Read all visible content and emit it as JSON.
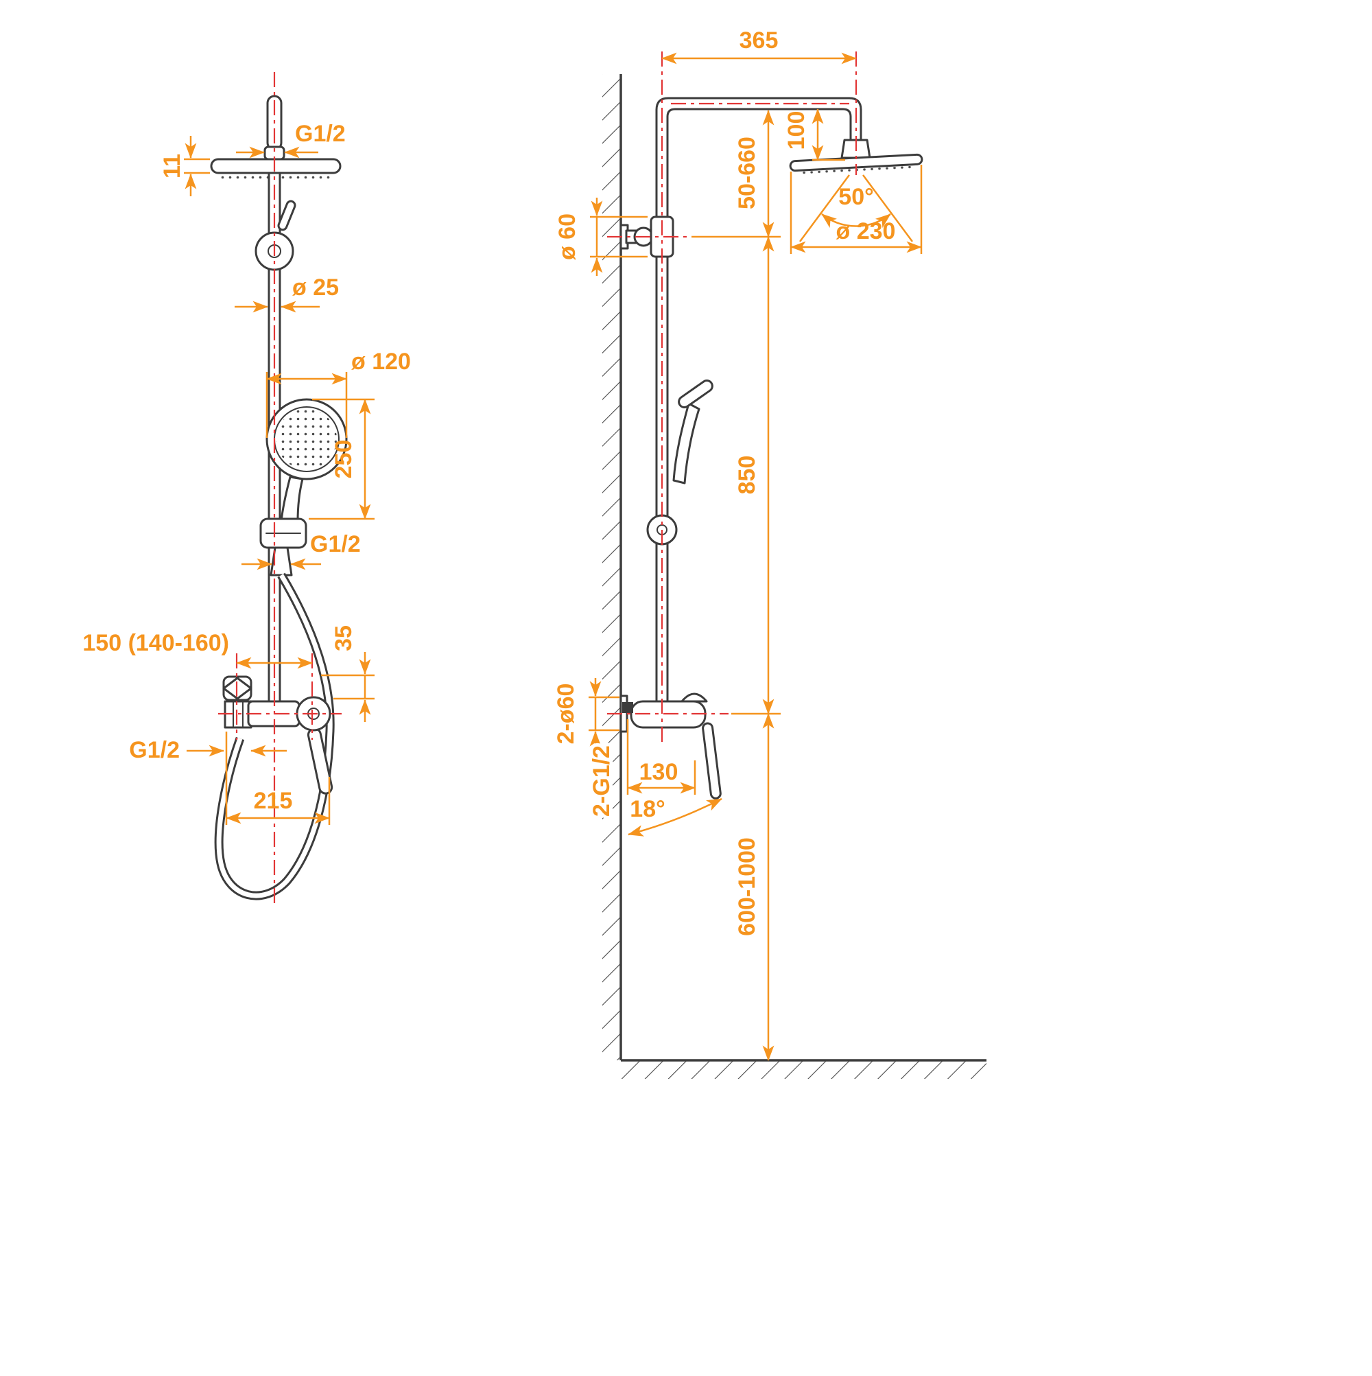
{
  "meta": {
    "title": "Shower column technical drawing, front and side views"
  },
  "colors": {
    "dimension": "#F5941E",
    "drawing": "#3C3C3C",
    "centerline": "#E23535"
  },
  "front_view": {
    "labels": {
      "head_thread": "G1/2",
      "head_thickness": "11",
      "pipe_diameter": "ø 25",
      "handshower_diameter": "ø 120",
      "handshower_length": "250",
      "hose_thread": "G1/2",
      "inlet_spacing": "150 (140-160)",
      "outlet_offset": "35",
      "inlet_thread": "G1/2",
      "mixer_width": "215"
    }
  },
  "side_view": {
    "labels": {
      "arm_length": "365",
      "head_offset": "100",
      "riser_range": "50-660",
      "bracket_diameter": "ø 60",
      "head_diameter": "ø 230",
      "spray_angle": "50°",
      "column_height": "850",
      "escutcheon_diameter": "2-ø60",
      "inlet_thread": "2-G1/2",
      "spout_reach": "130",
      "spout_angle": "18°",
      "mixer_height": "600-1000"
    }
  }
}
